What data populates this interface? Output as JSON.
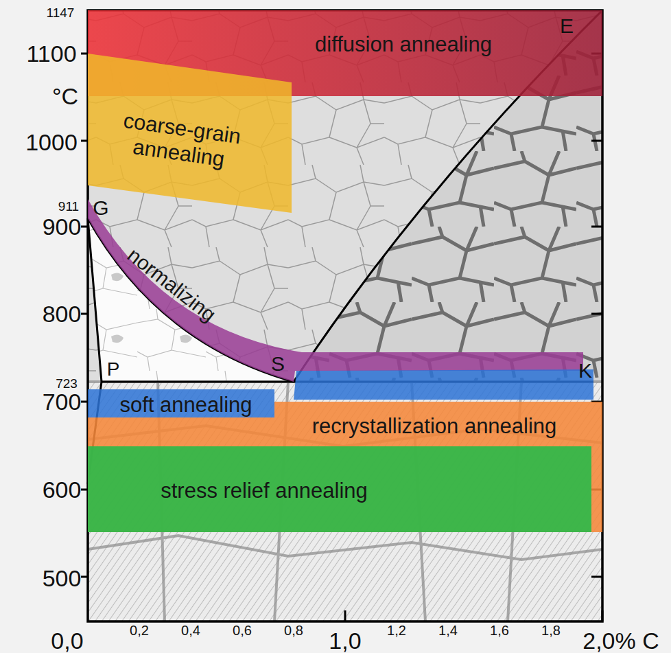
{
  "diagram": {
    "nodes": [
      {
        "text": [
          "diffusion annealing"
        ]
      },
      {
        "text": [
          "coarse-grain annealing"
        ]
      },
      {
        "text": [
          "normalizing"
        ]
      },
      {
        "text": [
          "soft annealing"
        ]
      },
      {
        "text": [
          "recrystallization annealing"
        ]
      },
      {
        "text": [
          "stress relief annealing"
        ]
      }
    ],
    "labels": [
      "1147",
      "1100",
      "°C",
      "1000",
      "911",
      "900",
      "800",
      "723",
      "700",
      "600",
      "500",
      "0,0",
      "0,2",
      "0,4",
      "0,6",
      "0,8",
      "1,0",
      "1,2",
      "1,4",
      "1,6",
      "1,8",
      "2,0% C",
      "G",
      "S",
      "P",
      "E",
      "K"
    ]
  }
}
